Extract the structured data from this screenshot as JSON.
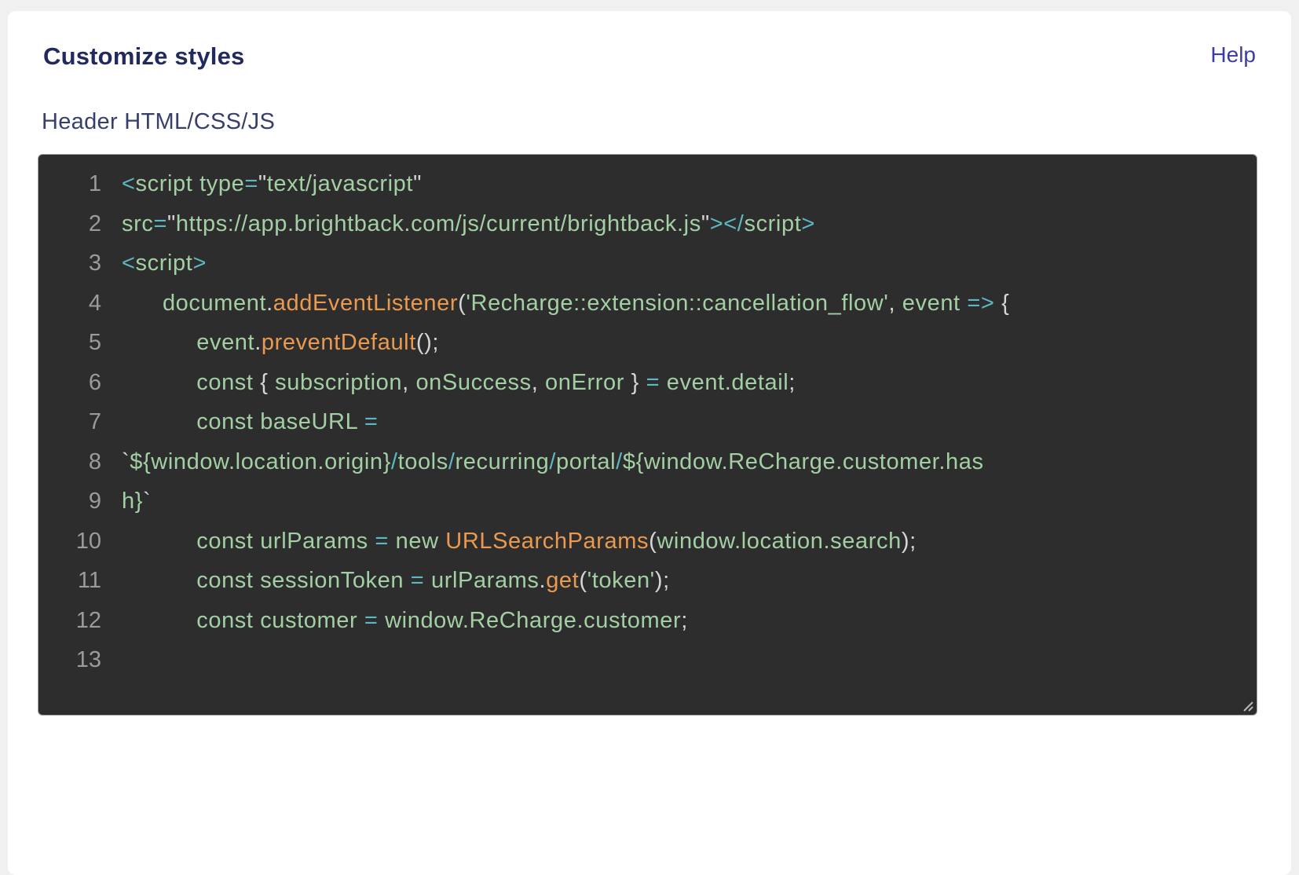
{
  "page": {
    "title": "Customize styles",
    "help_label": "Help",
    "editor_label": "Header HTML/CSS/JS"
  },
  "colors": {
    "bg": "#2d2d2d",
    "green": "#a3cfa4",
    "teal": "#5cb8c2",
    "orange": "#e99a50",
    "punct": "#d6d6d6",
    "line_number": "#9b9b9b",
    "title_navy": "#222a5c",
    "label_navy": "#36406b",
    "help_blue": "#3c3ca8"
  },
  "editor": {
    "lines": [
      {
        "num": "1",
        "segments": [
          {
            "c": "teal",
            "t": "<"
          },
          {
            "c": "green",
            "t": "script type"
          },
          {
            "c": "teal",
            "t": "="
          },
          {
            "c": "punct",
            "t": "\""
          },
          {
            "c": "green",
            "t": "text/javascript"
          },
          {
            "c": "punct",
            "t": "\""
          }
        ]
      },
      {
        "num": "2",
        "segments": [
          {
            "c": "green",
            "t": "src"
          },
          {
            "c": "teal",
            "t": "="
          },
          {
            "c": "punct",
            "t": "\""
          },
          {
            "c": "green",
            "t": "https://app.brightback.com/js/current/brightback.js"
          },
          {
            "c": "punct",
            "t": "\""
          },
          {
            "c": "teal",
            "t": "></"
          },
          {
            "c": "green",
            "t": "script"
          },
          {
            "c": "teal",
            "t": ">"
          }
        ]
      },
      {
        "num": "3",
        "segments": [
          {
            "c": "teal",
            "t": "<"
          },
          {
            "c": "green",
            "t": "script"
          },
          {
            "c": "teal",
            "t": ">"
          }
        ]
      },
      {
        "num": "4",
        "segments": [
          {
            "c": "punct",
            "t": "      "
          },
          {
            "c": "green",
            "t": "document"
          },
          {
            "c": "punct",
            "t": "."
          },
          {
            "c": "orange",
            "t": "addEventListener"
          },
          {
            "c": "punct",
            "t": "("
          },
          {
            "c": "green",
            "t": "'Recharge::extension::cancellation_flow'"
          },
          {
            "c": "punct",
            "t": ","
          },
          {
            "c": "green",
            "t": " event "
          },
          {
            "c": "teal",
            "t": "=>"
          },
          {
            "c": "punct",
            "t": " {"
          }
        ]
      },
      {
        "num": "5",
        "segments": [
          {
            "c": "punct",
            "t": "           "
          },
          {
            "c": "green",
            "t": "event"
          },
          {
            "c": "punct",
            "t": "."
          },
          {
            "c": "orange",
            "t": "preventDefault"
          },
          {
            "c": "punct",
            "t": "();"
          }
        ]
      },
      {
        "num": "6",
        "segments": [
          {
            "c": "punct",
            "t": "           "
          },
          {
            "c": "green",
            "t": "const "
          },
          {
            "c": "punct",
            "t": "{ "
          },
          {
            "c": "green",
            "t": "subscription"
          },
          {
            "c": "punct",
            "t": ","
          },
          {
            "c": "green",
            "t": " onSuccess"
          },
          {
            "c": "punct",
            "t": ","
          },
          {
            "c": "green",
            "t": " onError"
          },
          {
            "c": "punct",
            "t": " } "
          },
          {
            "c": "teal",
            "t": "="
          },
          {
            "c": "green",
            "t": " event.detail"
          },
          {
            "c": "punct",
            "t": ";"
          }
        ]
      },
      {
        "num": "7",
        "segments": [
          {
            "c": "punct",
            "t": "           "
          },
          {
            "c": "green",
            "t": "const baseURL "
          },
          {
            "c": "teal",
            "t": "="
          }
        ]
      },
      {
        "num": "8",
        "segments": [
          {
            "c": "punct",
            "t": "`"
          },
          {
            "c": "green",
            "t": "${window.location.origin}"
          },
          {
            "c": "teal",
            "t": "/"
          },
          {
            "c": "green",
            "t": "tools"
          },
          {
            "c": "teal",
            "t": "/"
          },
          {
            "c": "green",
            "t": "recurring"
          },
          {
            "c": "teal",
            "t": "/"
          },
          {
            "c": "green",
            "t": "portal"
          },
          {
            "c": "teal",
            "t": "/"
          },
          {
            "c": "green",
            "t": "${window.ReCharge.customer.has"
          }
        ]
      },
      {
        "num": "9",
        "segments": [
          {
            "c": "green",
            "t": "h}"
          },
          {
            "c": "punct",
            "t": "`"
          }
        ]
      },
      {
        "num": "10",
        "segments": [
          {
            "c": "punct",
            "t": "           "
          },
          {
            "c": "green",
            "t": "const urlParams "
          },
          {
            "c": "teal",
            "t": "="
          },
          {
            "c": "green",
            "t": " new "
          },
          {
            "c": "orange",
            "t": "URLSearchParams"
          },
          {
            "c": "punct",
            "t": "("
          },
          {
            "c": "green",
            "t": "window.location.search"
          },
          {
            "c": "punct",
            "t": ");"
          }
        ]
      },
      {
        "num": "11",
        "segments": [
          {
            "c": "punct",
            "t": "           "
          },
          {
            "c": "green",
            "t": "const sessionToken "
          },
          {
            "c": "teal",
            "t": "="
          },
          {
            "c": "green",
            "t": " urlParams"
          },
          {
            "c": "punct",
            "t": "."
          },
          {
            "c": "orange",
            "t": "get"
          },
          {
            "c": "punct",
            "t": "("
          },
          {
            "c": "green",
            "t": "'token'"
          },
          {
            "c": "punct",
            "t": ");"
          }
        ]
      },
      {
        "num": "12",
        "segments": [
          {
            "c": "punct",
            "t": "           "
          },
          {
            "c": "green",
            "t": "const customer "
          },
          {
            "c": "teal",
            "t": "="
          },
          {
            "c": "green",
            "t": " window.ReCharge.customer"
          },
          {
            "c": "punct",
            "t": ";"
          }
        ]
      },
      {
        "num": "13",
        "segments": []
      }
    ]
  }
}
